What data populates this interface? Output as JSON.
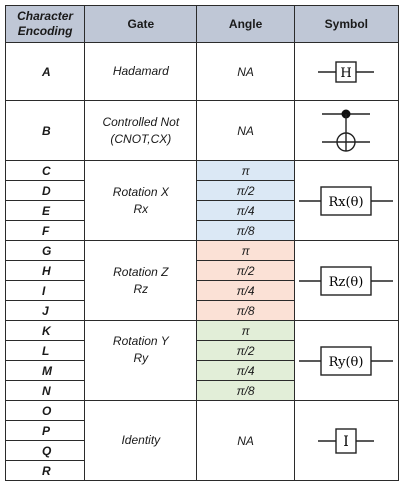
{
  "headers": {
    "encoding_line1": "Character",
    "encoding_line2": "Encoding",
    "gate": "Gate",
    "angle": "Angle",
    "symbol": "Symbol"
  },
  "rows": {
    "hadamard": {
      "letter": "A",
      "gate": "Hadamard",
      "angle": "NA",
      "symbol_text": "H"
    },
    "cnot": {
      "letter": "B",
      "gate_line1": "Controlled Not",
      "gate_line2": "(CNOT,CX)",
      "angle": "NA"
    },
    "rx": {
      "letters": [
        "C",
        "D",
        "E",
        "F"
      ],
      "gate_line1": "Rotation X",
      "gate_line2": "Rx",
      "angles": [
        "π",
        "π/2",
        "π/4",
        "π/8"
      ],
      "symbol_text": "Rx(θ)"
    },
    "rz": {
      "letters": [
        "G",
        "H",
        "I",
        "J"
      ],
      "gate_line1": "Rotation Z",
      "gate_line2": "Rz",
      "angles": [
        "π",
        "π/2",
        "π/4",
        "π/8"
      ],
      "symbol_text": "Rz(θ)"
    },
    "ry": {
      "letters": [
        "K",
        "L",
        "M",
        "N"
      ],
      "gate_line1": "Rotation Y",
      "gate_line2": "Ry",
      "angles": [
        "π",
        "π/2",
        "π/4",
        "π/8"
      ],
      "symbol_text": "Ry(θ)"
    },
    "identity": {
      "letters": [
        "O",
        "P",
        "Q",
        "R"
      ],
      "gate": "Identity",
      "angle": "NA",
      "symbol_text": "I"
    }
  },
  "colors": {
    "header": "#bfc7d6",
    "rx_angle": "#dbe8f5",
    "rz_angle": "#fbe1d6",
    "ry_angle": "#e2eed8",
    "border": "#2b2b2b"
  }
}
